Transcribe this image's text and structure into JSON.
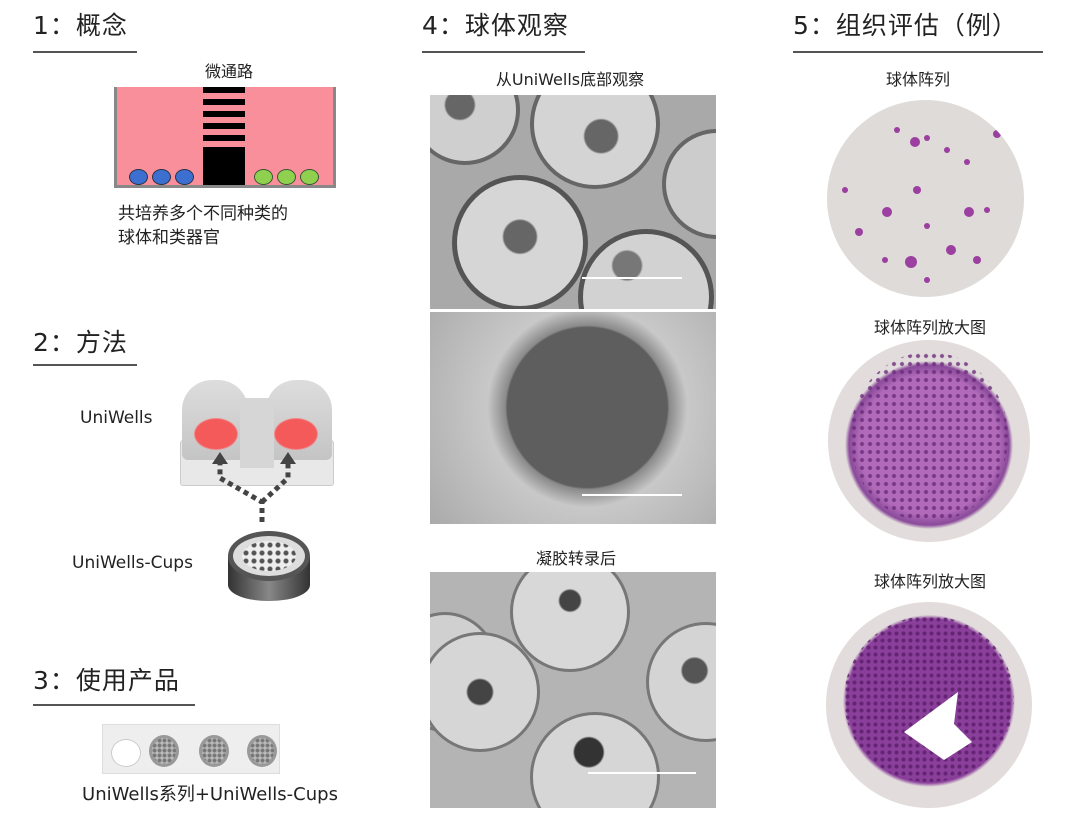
{
  "sections": {
    "concept": {
      "title": "1：概念",
      "channel_label": "微通路",
      "caption_line1": "共培养多个不同种类的",
      "caption_line2": "球体和类器官"
    },
    "method": {
      "title": "2：方法",
      "device_label": "UniWells",
      "cup_label": "UniWells-Cups"
    },
    "product": {
      "title": "3：使用产品",
      "caption": "UniWells系列+UniWells-Cups"
    },
    "observation": {
      "title": "4：球体观察",
      "bottom_view_label": "从UniWells底部观察",
      "after_gel_label": "凝胶转录后"
    },
    "evaluation": {
      "title": "5：组织评估（例）",
      "array_label": "球体阵列",
      "zoom_label_1": "球体阵列放大图",
      "zoom_label_2": "球体阵列放大图"
    }
  },
  "colors": {
    "medium": "#f98f9a",
    "spheroid_blue": "#3d6fd0",
    "spheroid_green": "#8fd14f",
    "stain": "#9b3fa0"
  }
}
